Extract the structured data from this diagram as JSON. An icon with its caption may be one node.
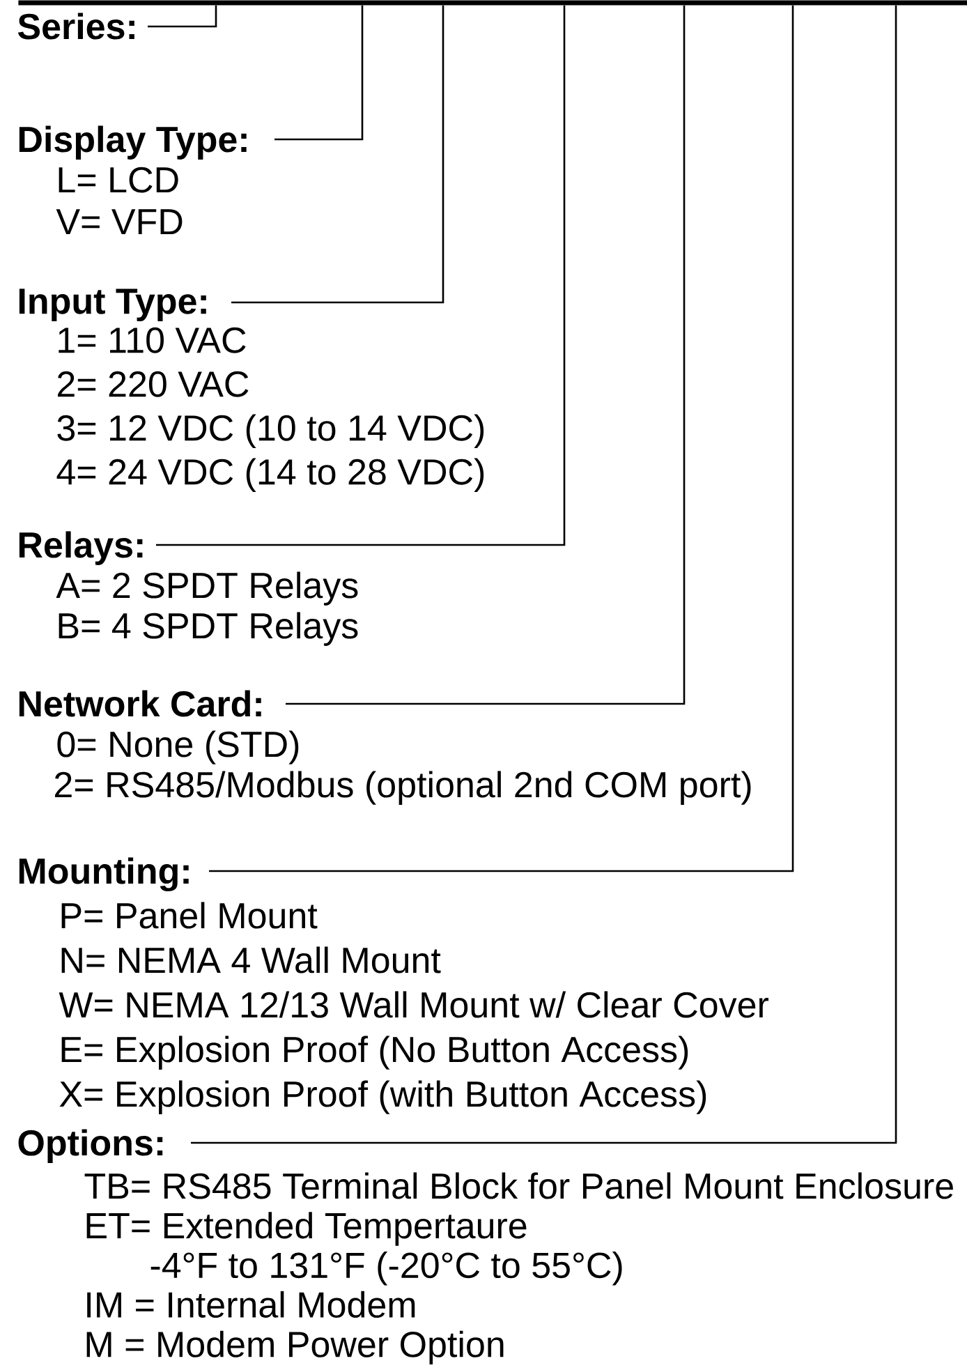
{
  "diagram": {
    "nodes": [
      {
        "text": [
          "Series:"
        ]
      },
      {
        "text": [
          "Display Type:",
          "L= LCD",
          "V= VFD"
        ]
      },
      {
        "text": [
          "Input Type:",
          "1= 110 VAC",
          "2= 220 VAC",
          "3= 12 VDC (10 to 14 VDC)",
          "4= 24 VDC (14 to 28 VDC)"
        ]
      },
      {
        "text": [
          "Relays:",
          "A= 2 SPDT Relays",
          "B= 4 SPDT Relays"
        ]
      },
      {
        "text": [
          "Network Card:",
          "0= None (STD)",
          "2= RS485/Modbus (optional 2nd COM port)"
        ]
      },
      {
        "text": [
          "Mounting:",
          "P= Panel Mount",
          "N= NEMA 4 Wall Mount",
          "W= NEMA 12/13 Wall Mount w/ Clear Cover",
          "E= Explosion Proof (No Button Access)",
          "X= Explosion Proof (with Button Access)"
        ]
      },
      {
        "text": [
          "**Options**:",
          "TB= RS485 Terminal Block for Panel Mount Enclosure",
          "ET= Extended Tempertaure",
          "-4°F to 131°F (-20°C to 55°C)",
          "IM = Internal Modem",
          "M = Modem Power Option"
        ]
      },
      {
        "text": [],
        "shape": "bar"
      }
    ],
    "edges": [
      {
        "from": 0,
        "to": 7,
        "arrow": "none"
      },
      {
        "from": 1,
        "to": 7,
        "arrow": "none"
      },
      {
        "from": 2,
        "to": 7,
        "arrow": "none"
      },
      {
        "from": 3,
        "to": 7,
        "arrow": "none"
      },
      {
        "from": 4,
        "to": 7,
        "arrow": "none"
      },
      {
        "from": 5,
        "to": 7,
        "arrow": "none"
      },
      {
        "from": 6,
        "to": 7,
        "arrow": "none"
      }
    ]
  }
}
